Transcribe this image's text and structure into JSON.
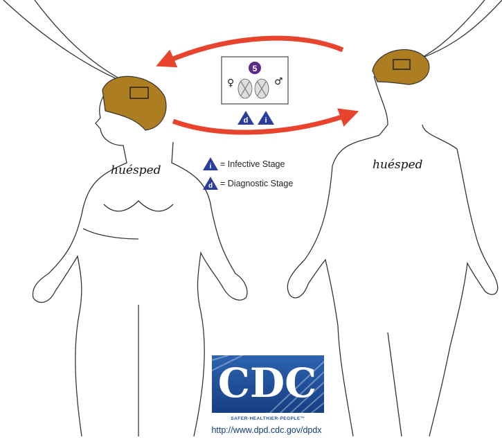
{
  "host_labels": {
    "left": "huésped",
    "right": "huésped"
  },
  "stage_box": {
    "number": "5",
    "female_symbol": "♀",
    "male_symbol": "♂",
    "badge_d": "d",
    "badge_i": "i"
  },
  "legend": [
    {
      "badge": "i",
      "text": "= Infective Stage"
    },
    {
      "badge": "d",
      "text": "= Diagnostic Stage"
    }
  ],
  "logo": {
    "text": "CDC",
    "tagline": "SAFER·HEALTHIER·PEOPLE™",
    "url": "http://www.dpd.cdc.gov/dpdx"
  },
  "colors": {
    "arrow": "#e8432c",
    "badge": "#2a3d9a",
    "brain": "#ad7d22",
    "logo_blue": "#1d4f9a",
    "number_circle": "#5a2a86"
  },
  "icons": [
    "female-symbol-icon",
    "male-symbol-icon",
    "worm-icon",
    "arrow-icon"
  ]
}
